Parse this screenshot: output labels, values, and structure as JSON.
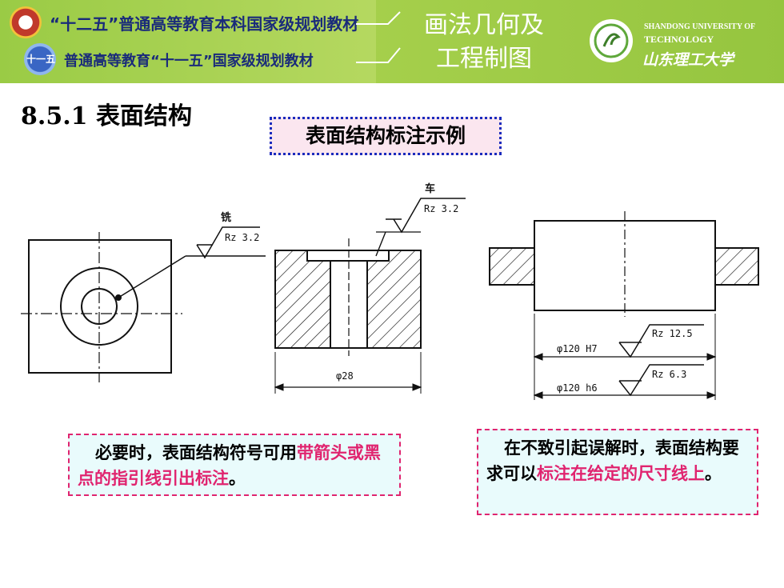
{
  "header": {
    "line1": "“十二五”普通高等教育本科国家级规划教材",
    "line2": "普通高等教育“十一五”国家级规划教材",
    "book_title_1": "画法几何及",
    "book_title_2": "工程制图",
    "university_en_1": "SHANDONG UNIVERSITY OF",
    "university_en_2": "TECHNOLOGY",
    "university_cn": "山东理工大学",
    "logo_badge": "十一五"
  },
  "section_title": "8.5.1  表面结构",
  "example_label": "表面结构标注示例",
  "drawings": {
    "fig1": {
      "process": "铣",
      "roughness": "Rz 3.2"
    },
    "fig2": {
      "process": "车",
      "roughness": "Rz 3.2",
      "dimension": "φ28"
    },
    "fig3": {
      "dim_upper": "φ120 H7",
      "roughness_upper": "Rz 12.5",
      "dim_lower": "φ120 h6",
      "roughness_lower": "Rz 6.3"
    }
  },
  "notes": {
    "left_plain": "必要时，表面结构符号可用",
    "left_highlight": "带箭头或黑点的指引线引出标注",
    "left_end": "。",
    "right_plain": "在不致引起误解时，表面结构要求可以",
    "right_highlight": "标注在给定的尺寸线上",
    "right_end": "。"
  },
  "colors": {
    "banner_green": "#9acb45",
    "accent_pink": "#e0246f",
    "note_bg": "#e9fbfc",
    "label_bg": "#fbe6ef",
    "label_border": "#1a2bbd"
  }
}
